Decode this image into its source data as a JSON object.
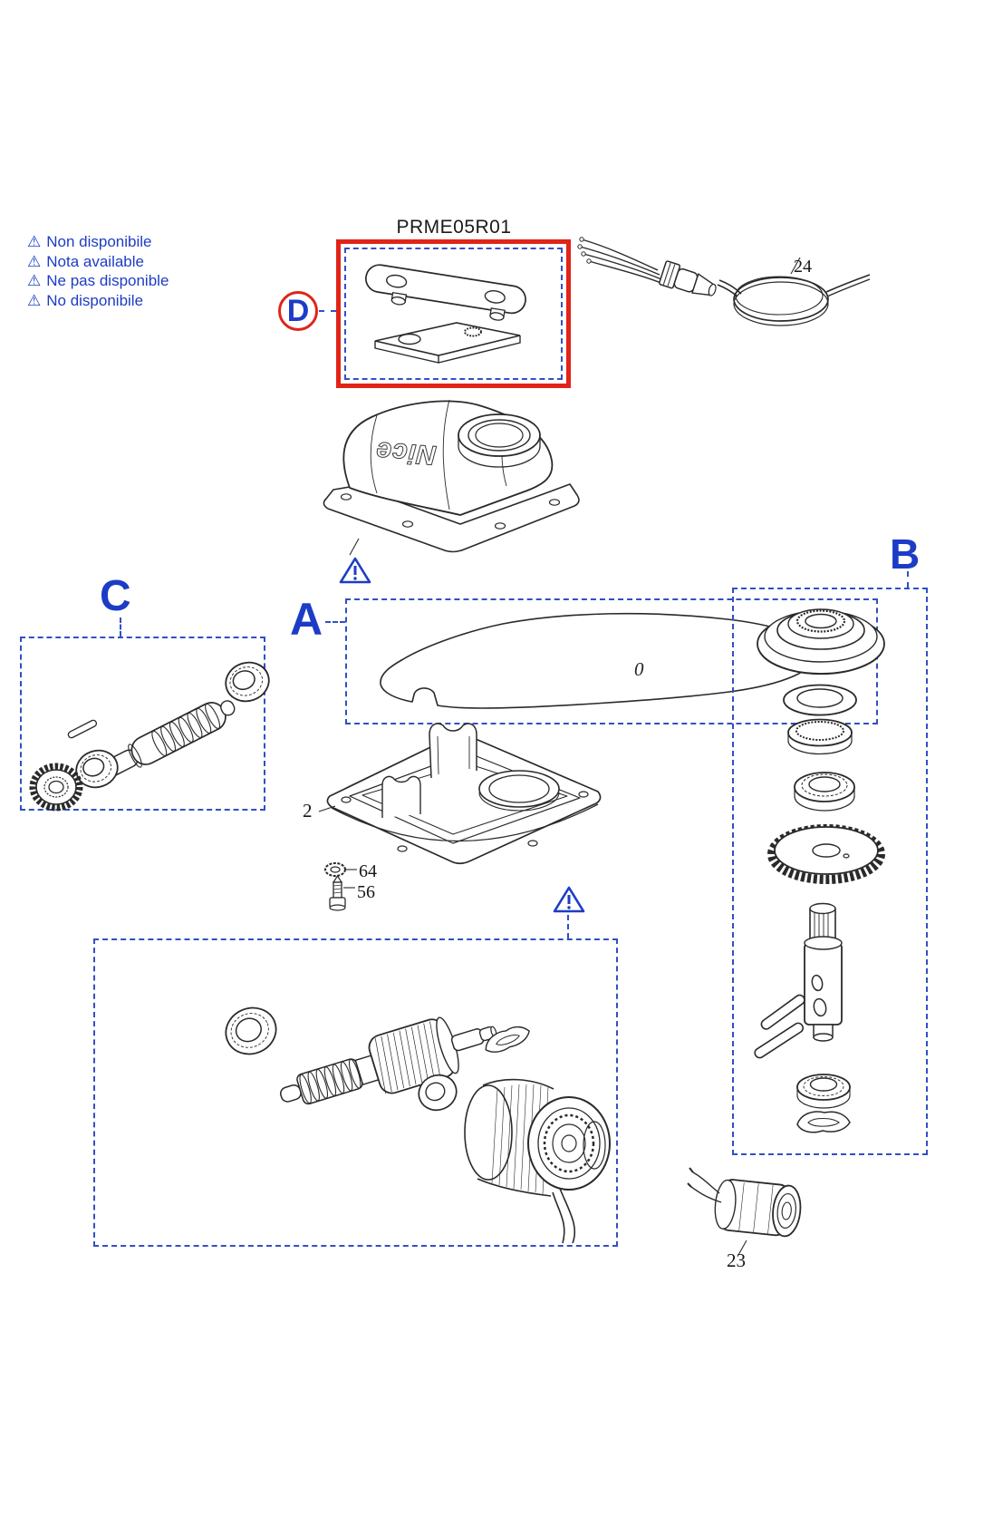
{
  "palette": {
    "label_blue": "#1d3cc6",
    "box_blue": "#3050c4",
    "highlight_red": "#e02419",
    "line_ink": "#2a2a2a",
    "number_ink": "#171717"
  },
  "notices": {
    "warning_glyph": "⚠",
    "items": [
      {
        "text": "Non disponibile"
      },
      {
        "text": "Nota available"
      },
      {
        "text": "Ne pas disponible"
      },
      {
        "text": "No disponibile"
      }
    ]
  },
  "title": {
    "kit_code": "PRME05R01"
  },
  "groups": {
    "a": {
      "label": "A",
      "stray_mark": "0"
    },
    "b": {
      "label": "B"
    },
    "c": {
      "label": "C"
    },
    "d": {
      "label": "D"
    }
  },
  "part_numbers": {
    "power_cable": "24",
    "base_housing": "2",
    "lock_washer": "64",
    "screw": "56",
    "capacitor": "23"
  },
  "drawing": {
    "housing_logo": "Nice"
  }
}
